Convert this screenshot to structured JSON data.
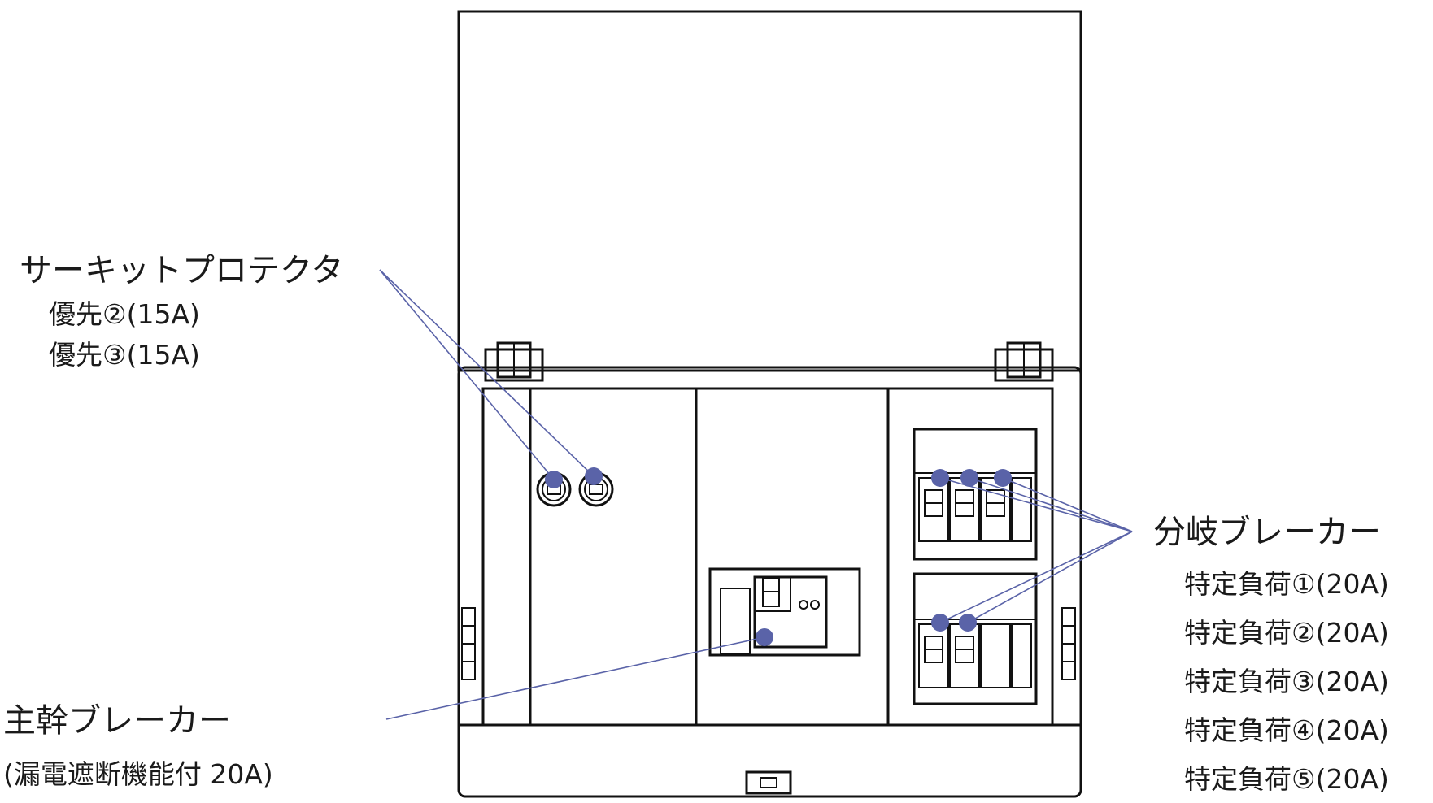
{
  "labels": {
    "circuit_protector": {
      "title": "サーキットプロテクタ",
      "items": [
        "優先②(15A)",
        "優先③(15A)"
      ]
    },
    "main_breaker": {
      "title": "主幹ブレーカー",
      "note": "(漏電遮断機能付 20A)"
    },
    "branch_breaker": {
      "title": "分岐ブレーカー",
      "items": [
        "特定負荷①(20A)",
        "特定負荷②(20A)",
        "特定負荷③(20A)",
        "特定負荷④(20A)",
        "特定負荷⑤(20A)"
      ]
    }
  },
  "colors": {
    "leader": "#5a63a8",
    "outline": "#111111"
  }
}
